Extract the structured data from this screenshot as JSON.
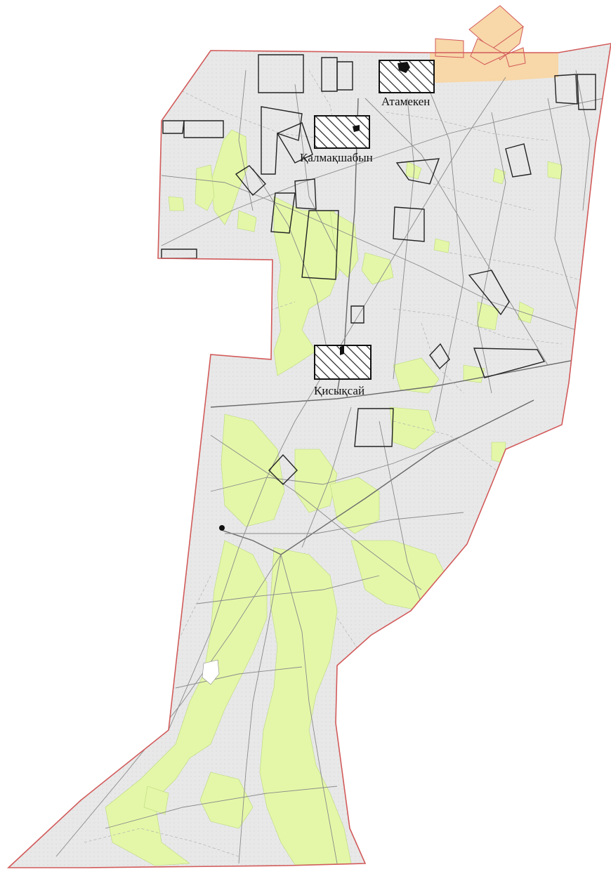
{
  "map": {
    "colors": {
      "land": "#e8e8e8",
      "forest": "#e4f7a8",
      "border": "#d25a5a",
      "settlement_zone": "#f8d7a8",
      "hatch": "#222222"
    },
    "settlements": [
      {
        "id": "atameken",
        "label": "Атамекен"
      },
      {
        "id": "kalmakshabyn",
        "label": "Қалмақшабын"
      },
      {
        "id": "kisyksai",
        "label": "Қисықсай"
      }
    ]
  }
}
